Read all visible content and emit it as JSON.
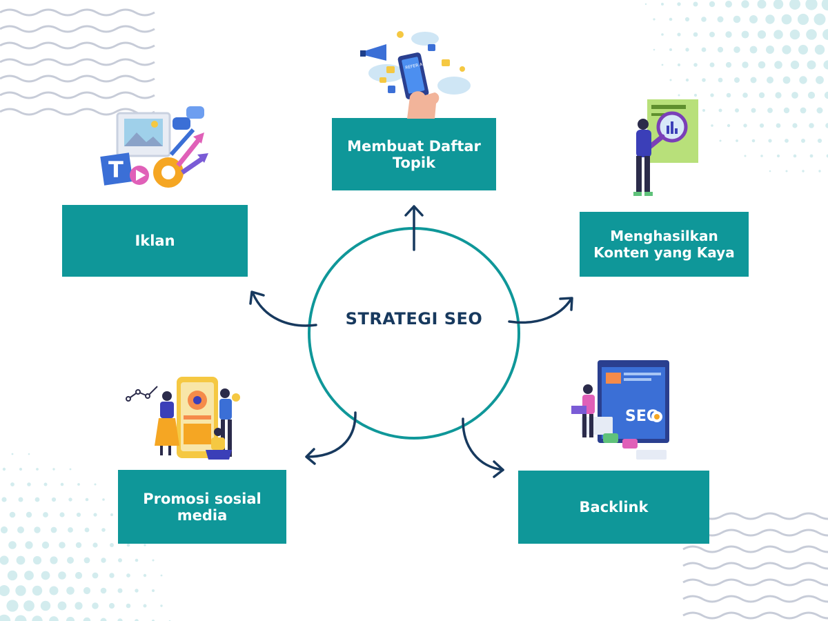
{
  "center": {
    "label": "STRATEGI SEO"
  },
  "nodes": [
    {
      "key": "membuat-daftar-topik",
      "label": "Membuat Daftar Topik",
      "illustration": "refer-a-friend-phone-illustration",
      "phone_text": "REFER A FRIEND"
    },
    {
      "key": "menghasilkan-konten",
      "label": "Menghasilkan Konten yang Kaya",
      "illustration": "content-analysis-illustration"
    },
    {
      "key": "backlink",
      "label": "Backlink",
      "illustration": "seo-monitor-illustration",
      "monitor_text": "SEO"
    },
    {
      "key": "promosi-sosial-media",
      "label": "Promosi sosial media",
      "illustration": "social-media-team-illustration"
    },
    {
      "key": "iklan",
      "label": "Iklan",
      "illustration": "advertising-icons-illustration"
    }
  ],
  "colors": {
    "box": "#0f9799",
    "box_text": "#ffffff",
    "circle": "#0f9799",
    "arrow": "#17395e",
    "center_text": "#17395e",
    "decor_dots": "#d3ecee",
    "decor_waves": "#c7ccd8"
  }
}
